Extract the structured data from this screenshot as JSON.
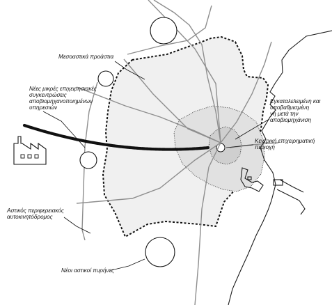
{
  "labels": {
    "suburbs": "Μεσοαστικά προάστια",
    "new_centers_1": "Νέες μικρές επιχειρησιακές",
    "new_centers_2": "συγκεντρώσεις",
    "new_centers_3": "αποβιομηχανοποιημένων",
    "new_centers_4": "υπηρεσιών",
    "brownfield_1": "Εγκαταλελειμένη και",
    "brownfield_2": "υποβαθμισμένη",
    "brownfield_3": "γη μετά την",
    "brownfield_4": "αποβιομηχάνιση",
    "cbd_1": "Κεντρική επιχειρηματική",
    "cbd_2": "περιοχή",
    "ring_road_1": "Αστικός περιφερειακός",
    "ring_road_2": "αυτοκινητόδρομος",
    "new_nuclei": "Νέοι αστικοί πυρήνες"
  },
  "colors": {
    "urban_fill": "#f0f0f0",
    "inner_fill": "#e1e1e1",
    "cbd_fill": "#cfcfcf",
    "road": "#8e8e8e",
    "outline": "#111111"
  }
}
